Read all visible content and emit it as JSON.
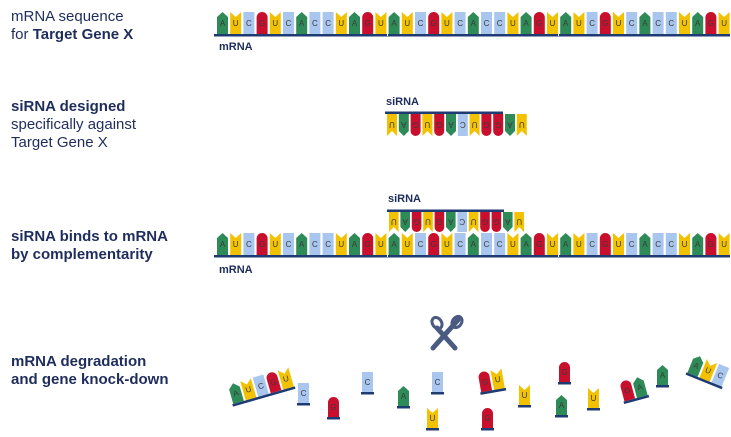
{
  "row1": {
    "line1": "mRNA sequence",
    "line2_prefix": "for ",
    "line2_bold": "Target Gene X",
    "strand_label": "mRNA"
  },
  "row2": {
    "line1": "siRNA designed",
    "line2": "specifically against",
    "line3": "Target Gene X",
    "strand_label": "siRNA"
  },
  "row3": {
    "line1": "siRNA binds to mRNA",
    "line2": "by complementarity",
    "sirna_label": "siRNA",
    "mrna_label": "mRNA"
  },
  "row4": {
    "line1": "mRNA degradation",
    "line2": "and gene knock-down"
  },
  "colors": {
    "A": "#2e8b57",
    "U": "#f2c200",
    "C": "#a9c6ee",
    "G": "#c8102e",
    "backbone": "#1f3b73",
    "text": "#1f2d5c",
    "scissors": "#4a5a80"
  },
  "sequence": [
    "A",
    "U",
    "C",
    "G",
    "U",
    "C",
    "A",
    "C",
    "C",
    "U",
    "A",
    "G",
    "U"
  ],
  "sirna_sequence": [
    "U",
    "A",
    "G",
    "U",
    "G",
    "A",
    "C",
    "U",
    "G",
    "G",
    "A",
    "U"
  ]
}
